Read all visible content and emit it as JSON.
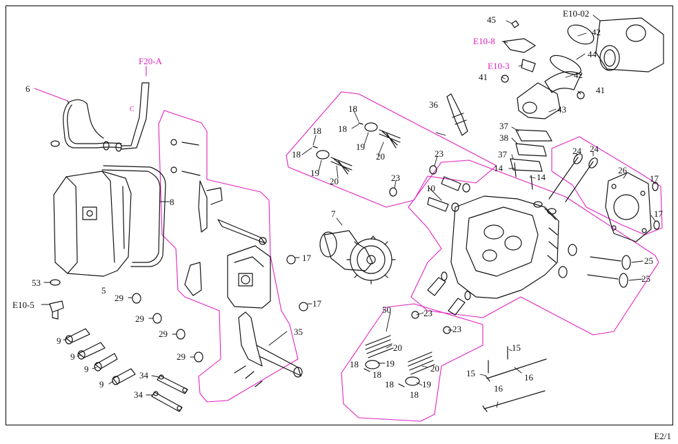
{
  "page_ref": "E2/1",
  "colors": {
    "highlight": "#e020c0",
    "line": "#111111"
  },
  "callouts": [
    {
      "id": "c6",
      "text": "6"
    },
    {
      "id": "cF20A",
      "text": "F20-A",
      "highlight": true
    },
    {
      "id": "cC",
      "text": "C",
      "highlight": true
    },
    {
      "id": "c8",
      "text": "8"
    },
    {
      "id": "c5",
      "text": "5"
    },
    {
      "id": "c53",
      "text": "53"
    },
    {
      "id": "cE105",
      "text": "E10-5"
    },
    {
      "id": "c9a",
      "text": "9"
    },
    {
      "id": "c9b",
      "text": "9"
    },
    {
      "id": "c9c",
      "text": "9"
    },
    {
      "id": "c9d",
      "text": "9"
    },
    {
      "id": "c29a",
      "text": "29"
    },
    {
      "id": "c29b",
      "text": "29"
    },
    {
      "id": "c29c",
      "text": "29"
    },
    {
      "id": "c29d",
      "text": "29"
    },
    {
      "id": "c34a",
      "text": "34"
    },
    {
      "id": "c34b",
      "text": "34"
    },
    {
      "id": "c17a",
      "text": "17"
    },
    {
      "id": "c17b",
      "text": "17"
    },
    {
      "id": "c35",
      "text": "35"
    },
    {
      "id": "c7",
      "text": "7"
    },
    {
      "id": "c50",
      "text": "50"
    },
    {
      "id": "c18a",
      "text": "18"
    },
    {
      "id": "c18b",
      "text": "18"
    },
    {
      "id": "c18c",
      "text": "18"
    },
    {
      "id": "c18d",
      "text": "18"
    },
    {
      "id": "c19a",
      "text": "19"
    },
    {
      "id": "c19b",
      "text": "19"
    },
    {
      "id": "c20a",
      "text": "20"
    },
    {
      "id": "c20b",
      "text": "20"
    },
    {
      "id": "c23a",
      "text": "23"
    },
    {
      "id": "c23b",
      "text": "23"
    },
    {
      "id": "c36",
      "text": "36"
    },
    {
      "id": "c10",
      "text": "10"
    },
    {
      "id": "c45",
      "text": "45"
    },
    {
      "id": "cE108",
      "text": "E10-8",
      "highlight": true
    },
    {
      "id": "cE103",
      "text": "E10-3",
      "highlight": true
    },
    {
      "id": "c41a",
      "text": "41"
    },
    {
      "id": "c41b",
      "text": "41"
    },
    {
      "id": "cE1002",
      "text": "E10-02"
    },
    {
      "id": "c42a",
      "text": "42"
    },
    {
      "id": "c44",
      "text": "44"
    },
    {
      "id": "c42b",
      "text": "42"
    },
    {
      "id": "c43",
      "text": "43"
    },
    {
      "id": "c37a",
      "text": "37"
    },
    {
      "id": "c38",
      "text": "38"
    },
    {
      "id": "c37b",
      "text": "37"
    },
    {
      "id": "c14a",
      "text": "14"
    },
    {
      "id": "c14b",
      "text": "14"
    },
    {
      "id": "c24a",
      "text": "24"
    },
    {
      "id": "c24b",
      "text": "24"
    },
    {
      "id": "c26",
      "text": "26"
    },
    {
      "id": "c17c",
      "text": "17"
    },
    {
      "id": "c17d",
      "text": "17"
    },
    {
      "id": "c25a",
      "text": "25"
    },
    {
      "id": "c25b",
      "text": "25"
    },
    {
      "id": "c23c",
      "text": "23"
    },
    {
      "id": "c23d",
      "text": "23"
    },
    {
      "id": "c20c",
      "text": "20"
    },
    {
      "id": "c19c",
      "text": "19"
    },
    {
      "id": "c18e",
      "text": "18"
    },
    {
      "id": "c18f",
      "text": "18"
    },
    {
      "id": "c20d",
      "text": "20"
    },
    {
      "id": "c19d",
      "text": "19"
    },
    {
      "id": "c18g",
      "text": "18"
    },
    {
      "id": "c18h",
      "text": "18"
    },
    {
      "id": "c15a",
      "text": "15"
    },
    {
      "id": "c15b",
      "text": "15"
    },
    {
      "id": "c16a",
      "text": "16"
    },
    {
      "id": "c16b",
      "text": "16"
    }
  ]
}
